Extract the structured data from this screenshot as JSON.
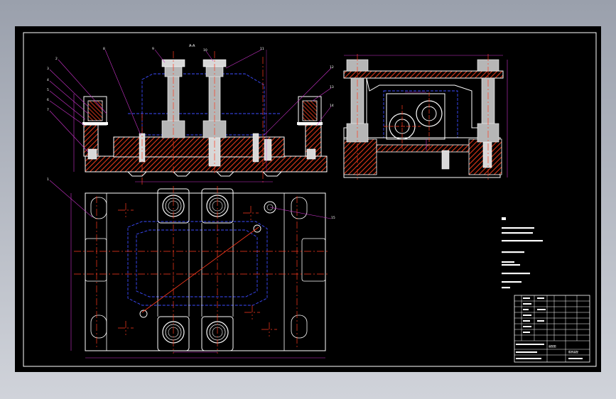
{
  "colors": {
    "background_gradient_top": "#9aa0ac",
    "background_gradient_bottom": "#d0d3da",
    "paper": "#000000",
    "frame": "#ffffff",
    "part_outline": "#ffffff",
    "hatch": "#e23a1a",
    "centerline": "#ff3b1f",
    "hidden_line": "#3c4bff",
    "dimension": "#cc33cc",
    "leader": "#cc33cc",
    "bolt_fill": "#d8d8d8"
  },
  "drawing": {
    "section_label": "A-A",
    "title_block": {
      "title_text": "装配图",
      "name_text": "模具装配"
    }
  }
}
